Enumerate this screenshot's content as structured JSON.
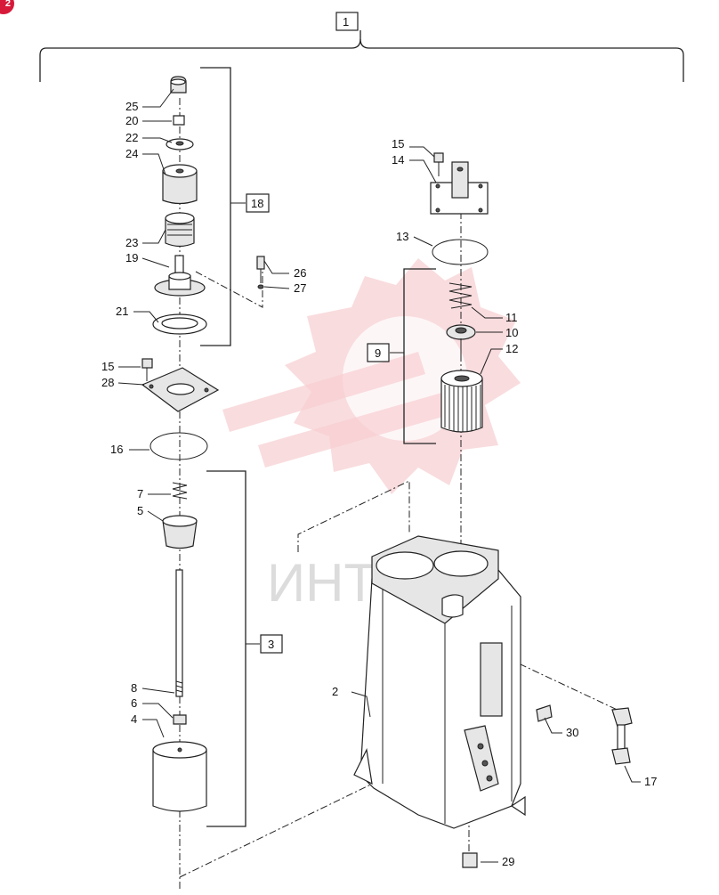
{
  "badge": "2",
  "watermark": {
    "text": "ИНТЕК"
  },
  "assembly_box": "1",
  "group_boxes": {
    "left_top": "18",
    "right": "9",
    "left_bottom": "3"
  },
  "callouts": {
    "c25": "25",
    "c20": "20",
    "c22": "22",
    "c24": "24",
    "c23": "23",
    "c19": "19",
    "c21": "21",
    "c15a": "15",
    "c28": "28",
    "c16": "16",
    "c7": "7",
    "c5": "5",
    "c8": "8",
    "c6": "6",
    "c4": "4",
    "c26": "26",
    "c27": "27",
    "c15b": "15",
    "c14": "14",
    "c13": "13",
    "c11": "11",
    "c10": "10",
    "c12": "12",
    "c2": "2",
    "c30": "30",
    "c17": "17",
    "c29": "29"
  }
}
